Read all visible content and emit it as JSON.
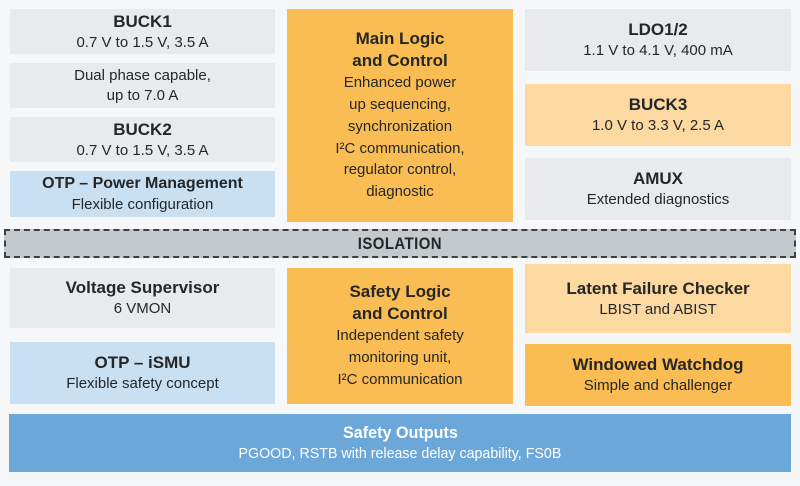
{
  "colors": {
    "background": "#f5f7f8",
    "gray_box": "#e8ebed",
    "blue_box": "#c9e0f2",
    "orange_box": "#fabd54",
    "light_orange_box": "#fbd9a1",
    "isolation_fill": "#c3c9cd",
    "isolation_border": "#3c4045",
    "safety_outputs_fill": "#6ca7da",
    "text_dark": "#262626",
    "text_white": "#ffffff"
  },
  "blocks": {
    "buck1": {
      "title": "BUCK1",
      "body": [
        "0.7 V to 1.5 V, 3.5 A"
      ]
    },
    "dual_phase": {
      "body": [
        "Dual phase capable,",
        "up to 7.0 A"
      ]
    },
    "buck2": {
      "title": "BUCK2",
      "body": [
        "0.7 V to 1.5 V, 3.5 A"
      ]
    },
    "otp_power_management": {
      "title": "OTP – Power Management",
      "body": [
        "Flexible configuration"
      ]
    },
    "main_logic": {
      "title_line1": "Main Logic",
      "title_line2": "and Control",
      "body": [
        "Enhanced power",
        "up sequencing,",
        "synchronization",
        "I²C communication,",
        "regulator control,",
        "diagnostic"
      ]
    },
    "ldo12": {
      "title": "LDO1/2",
      "body": [
        "1.1 V to 4.1 V, 400 mA"
      ]
    },
    "buck3": {
      "title": "BUCK3",
      "body": [
        "1.0 V to 3.3 V, 2.5 A"
      ]
    },
    "amux": {
      "title": "AMUX",
      "body": [
        "Extended diagnostics"
      ]
    },
    "isolation": {
      "label": "ISOLATION"
    },
    "voltage_supervisor": {
      "title": "Voltage Supervisor",
      "body": [
        "6 VMON"
      ]
    },
    "otp_ismu": {
      "title": "OTP – iSMU",
      "body": [
        "Flexible safety concept"
      ]
    },
    "safety_logic": {
      "title_line1": "Safety Logic",
      "title_line2": "and Control",
      "body": [
        "Independent safety",
        "monitoring unit,",
        "I²C communication"
      ]
    },
    "latent_failure_checker": {
      "title": "Latent Failure Checker",
      "body": [
        "LBIST and ABIST"
      ]
    },
    "windowed_watchdog": {
      "title": "Windowed Watchdog",
      "body": [
        "Simple and challenger"
      ]
    },
    "safety_outputs": {
      "title": "Safety Outputs",
      "body": [
        "PGOOD, RSTB with release delay capability, FS0B"
      ]
    }
  }
}
